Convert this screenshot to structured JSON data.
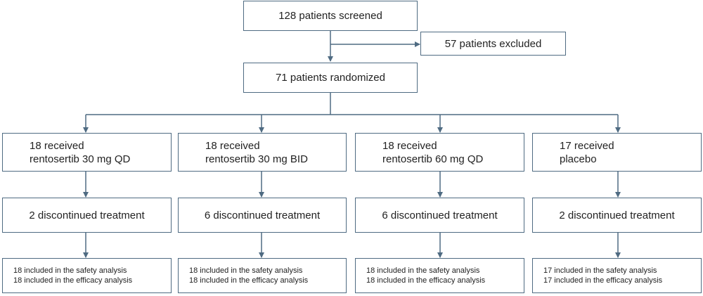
{
  "top": {
    "screened": "128 patients screened",
    "excluded": "57 patients excluded",
    "randomized": "71 patients randomized"
  },
  "arms": [
    {
      "received_count": "18 received",
      "received_drug": "rentosertib 30 mg QD",
      "discontinued": "2 discontinued treatment",
      "safety": "18 included in the safety analysis",
      "efficacy": "18 included in the efficacy analysis"
    },
    {
      "received_count": "18 received",
      "received_drug": "rentosertib 30 mg BID",
      "discontinued": "6 discontinued treatment",
      "safety": "18 included in the safety analysis",
      "efficacy": "18 included in the efficacy analysis"
    },
    {
      "received_count": "18 received",
      "received_drug": "rentosertib 60 mg QD",
      "discontinued": "6 discontinued treatment",
      "safety": "18 included in the safety analysis",
      "efficacy": "18 included in the efficacy analysis"
    },
    {
      "received_count": "17 received",
      "received_drug": "placebo",
      "discontinued": "2 discontinued treatment",
      "safety": "17 included in the safety analysis",
      "efficacy": "17 included in the efficacy analysis"
    }
  ],
  "colors": {
    "line": "#4f6b82",
    "text": "#222222"
  }
}
